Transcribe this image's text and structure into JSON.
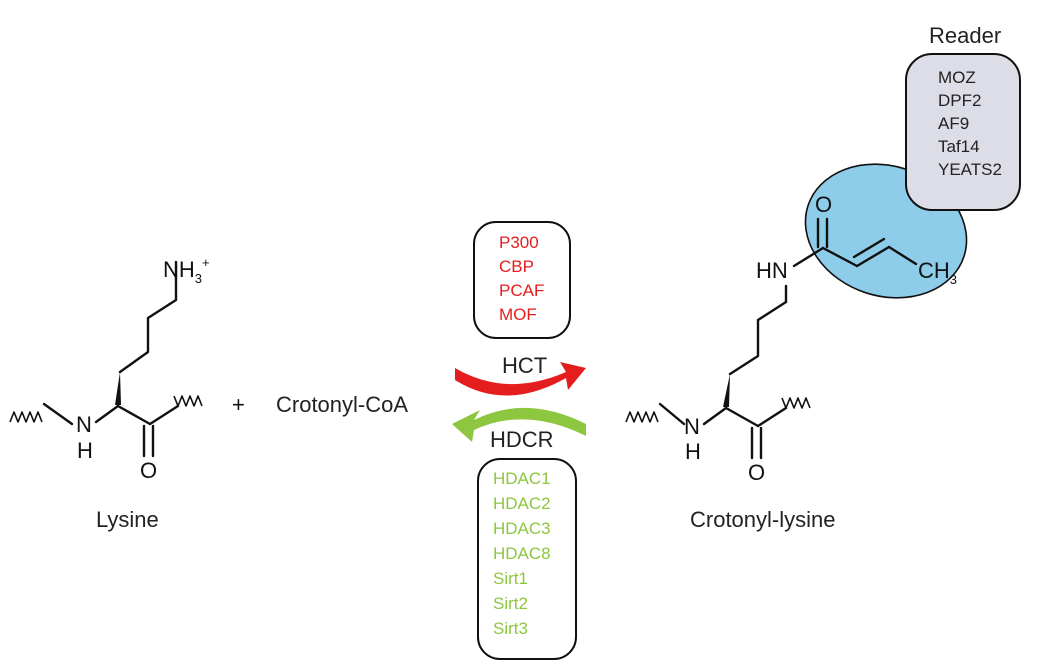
{
  "colors": {
    "hct": "#e41e1e",
    "hdcr": "#8dc63f",
    "reader_box_fill": "#dcdde6",
    "crotonyl_highlight": "#8ecdea",
    "bond": "#111111"
  },
  "lysine": {
    "label": "Lysine",
    "amine_symbol": "NH",
    "amine_subscript": "3",
    "amine_charge": "+",
    "backbone_nh": "N",
    "backbone_h": "H",
    "carbonyl_o": "O"
  },
  "plus_sign": "+",
  "crotonyl_coa": "Crotonyl-CoA",
  "hct": {
    "label": "HCT",
    "enzymes": [
      "P300",
      "CBP",
      "PCAF",
      "MOF"
    ]
  },
  "hdcr": {
    "label": "HDCR",
    "enzymes": [
      "HDAC1",
      "HDAC2",
      "HDAC3",
      "HDAC8",
      "Sirt1",
      "Sirt2",
      "Sirt3"
    ]
  },
  "crotonyl_lysine": {
    "label": "Crotonyl-lysine",
    "amide_hn": "HN",
    "crotonyl_o": "O",
    "methyl": "CH",
    "methyl_subscript": "3",
    "backbone_nh": "N",
    "backbone_h": "H",
    "carbonyl_o": "O"
  },
  "reader": {
    "title": "Reader",
    "proteins": [
      "MOZ",
      "DPF2",
      "AF9",
      "Taf14",
      "YEATS2"
    ]
  }
}
